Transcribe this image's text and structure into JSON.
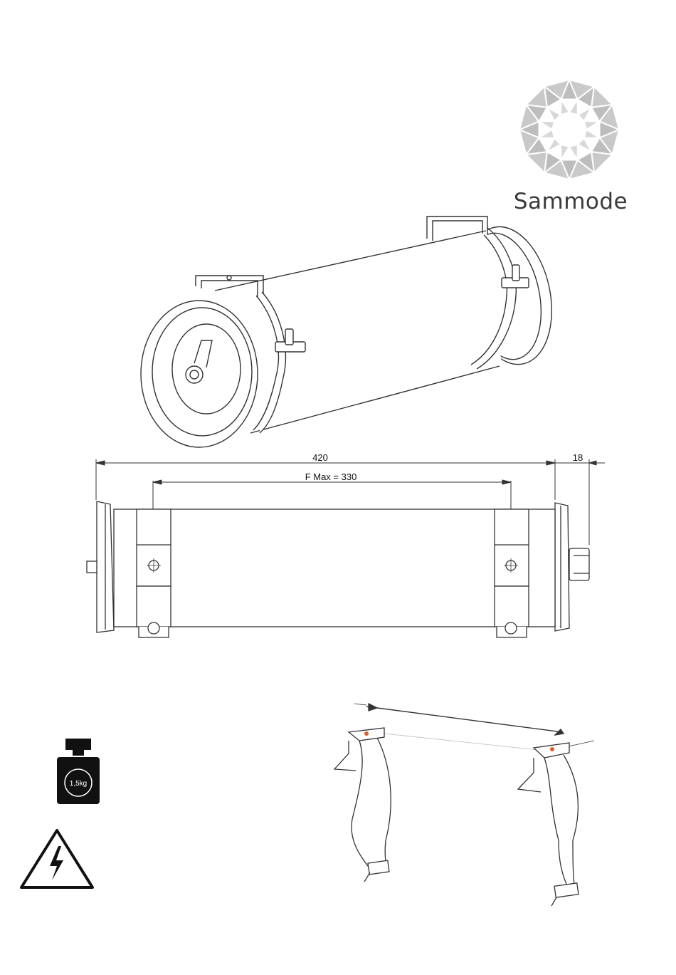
{
  "brand": {
    "name": "Sammode",
    "logo_icon": "faceted-gem-circle-logo",
    "logo_color": "#c8c8c8",
    "text_color": "#3a3a3a"
  },
  "side_view": {
    "overall_length": "420",
    "fixing_distance": "F Max = 330",
    "gland_length": "18"
  },
  "weight_badge": {
    "label": "1,5kg",
    "icon": "weight-icon"
  },
  "warning": {
    "icon": "high-voltage-warning-icon"
  },
  "accent_color": "#e05a2a"
}
